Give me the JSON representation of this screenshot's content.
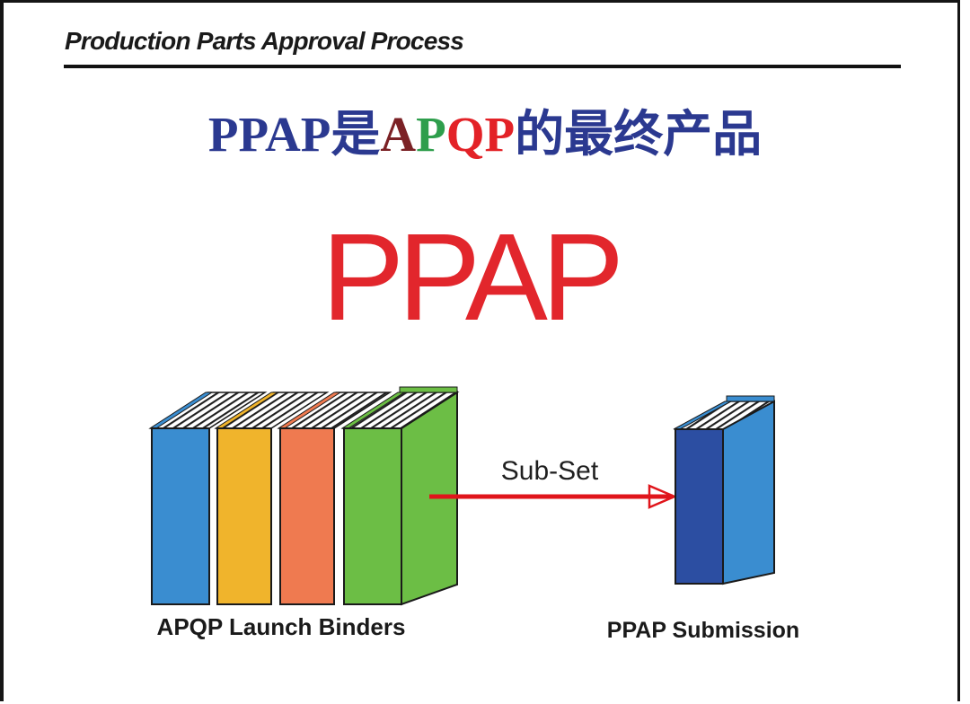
{
  "page": {
    "background": "#ffffff",
    "edge_color": "#151515"
  },
  "header": {
    "title": "Production Parts Approval Process",
    "text_color": "#1a1a1a",
    "rule_color": "#111111"
  },
  "subtitle": {
    "full_text": "PPAP是APQP的最终产品",
    "segments": [
      {
        "text": "PPAP",
        "color": "#2B3990"
      },
      {
        "text": "是",
        "color": "#2B3990"
      },
      {
        "text": "A",
        "color": "#7B2125"
      },
      {
        "text": "P",
        "color": "#2E9E4C"
      },
      {
        "text": "QP",
        "color": "#E32227"
      },
      {
        "text": "的最终产品",
        "color": "#2B3990"
      }
    ]
  },
  "headline": {
    "text": "PPAP",
    "color": "#E2262C"
  },
  "diagram": {
    "apqp_binders": {
      "label": "APQP Launch Binders",
      "colors": [
        "#3A8DD0",
        "#F0B42C",
        "#EF7A50",
        "#6CBE45"
      ],
      "count": 4,
      "pages_line_color": "#1f1f1f",
      "outline_color": "#1a1a1a"
    },
    "arrow": {
      "label": "Sub-Set",
      "color": "#E0151B"
    },
    "ppap_binder": {
      "label": "PPAP Submission",
      "spine_color": "#2C4EA2",
      "cover_color": "#3A8DD0"
    }
  }
}
